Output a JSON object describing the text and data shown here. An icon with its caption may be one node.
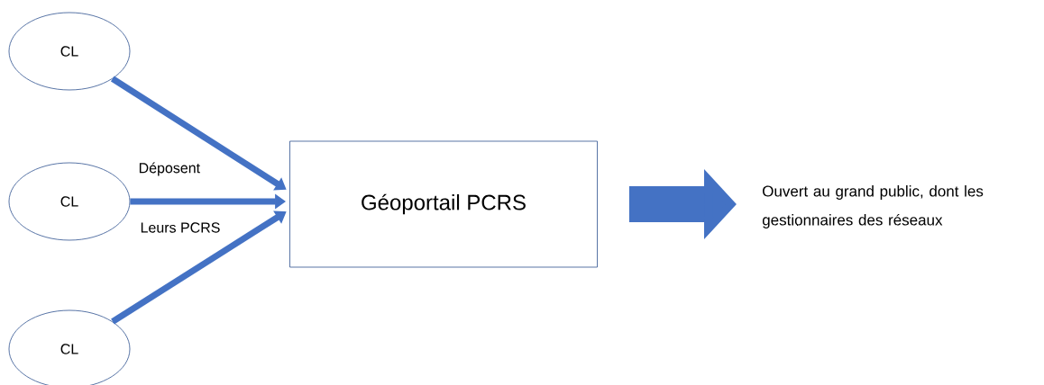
{
  "diagram": {
    "nodes": [
      {
        "text": [
          "CL"
        ]
      },
      {
        "text": [
          "CL"
        ]
      },
      {
        "text": [
          "CL"
        ]
      },
      {
        "text": [
          "Géoportail PCRS"
        ]
      },
      {
        "text": [
          "Ouvert au grand public, dont les gestionnaires des réseaux"
        ]
      }
    ],
    "edges": [
      {
        "from": 0,
        "to": 3,
        "arrow": "to"
      },
      {
        "from": 1,
        "to": 3,
        "arrow": "to",
        "label": "Déposent"
      },
      {
        "from": 2,
        "to": 3,
        "arrow": "to"
      },
      {
        "from": 3,
        "to": 4,
        "arrow": "to",
        "style": "thick"
      }
    ],
    "labels": [
      "Leurs PCRS"
    ]
  }
}
